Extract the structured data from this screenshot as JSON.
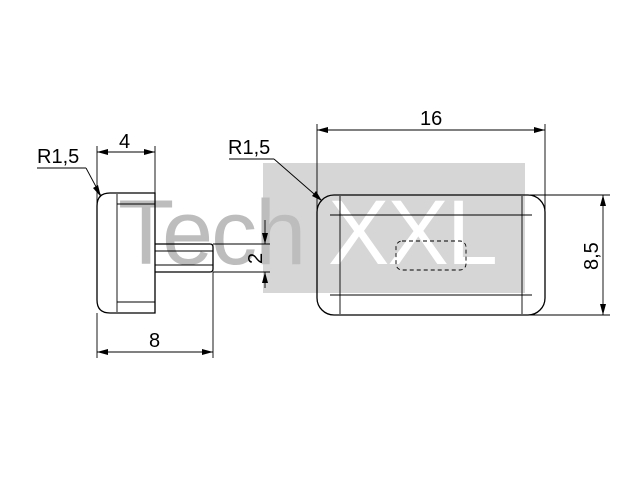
{
  "watermark": {
    "text_part1": "Tech",
    "text_part2": "XXL"
  },
  "side_view": {
    "radius_label": "R1,5",
    "head_width_label": "4",
    "pin_height_label": "2",
    "total_length_label": "8"
  },
  "front_view": {
    "radius_label": "R1,5",
    "width_label": "16",
    "height_label": "8,5"
  }
}
